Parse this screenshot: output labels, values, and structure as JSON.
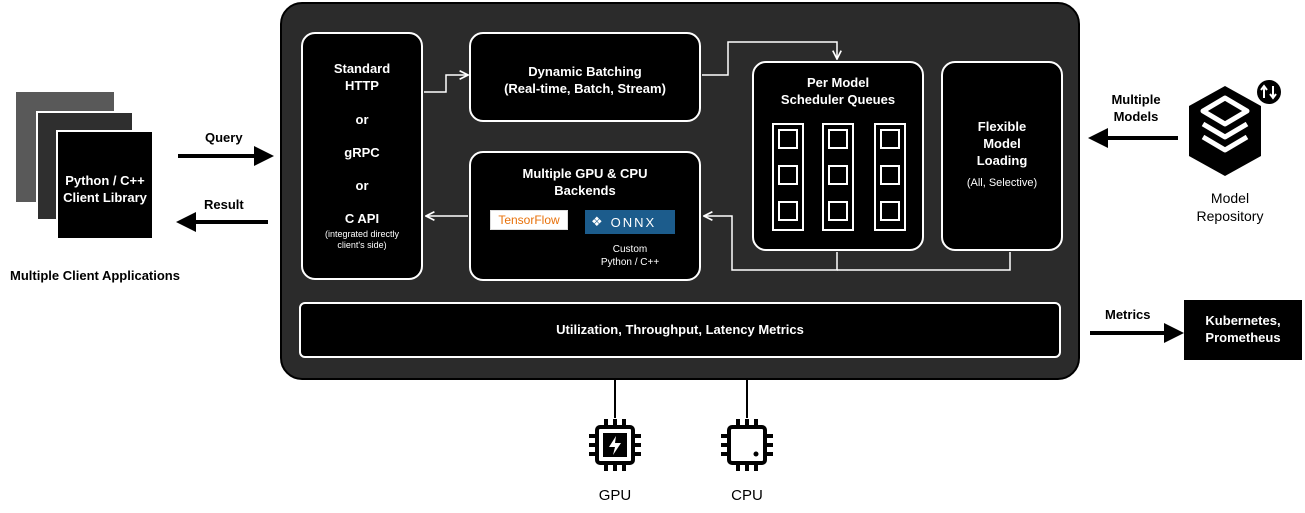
{
  "client": {
    "card_label_line1": "Python / C++",
    "card_label_line2": "Client Library",
    "caption": "Multiple Client Applications",
    "query_label": "Query",
    "result_label": "Result"
  },
  "protocols": {
    "line1": "Standard",
    "line2": "HTTP",
    "line3": "or",
    "line4": "gRPC",
    "line5": "or",
    "line6": "C API",
    "note_line1": "(integrated directly",
    "note_line2": "client's side)"
  },
  "batching": {
    "title": "Dynamic Batching",
    "subtitle": "(Real-time, Batch, Stream)"
  },
  "scheduler": {
    "line1": "Per Model",
    "line2": "Scheduler Queues"
  },
  "loading": {
    "line1": "Flexible",
    "line2": "Model",
    "line3": "Loading",
    "note": "(All, Selective)"
  },
  "backends": {
    "line1": "Multiple GPU & CPU",
    "line2": "Backends",
    "tensorflow": "TensorFlow",
    "onnx": "ONNX",
    "custom_line1": "Custom",
    "custom_line2": "Python / C++"
  },
  "metrics_bar": {
    "label": "Utilization,  Throughput,  Latency Metrics"
  },
  "repository": {
    "arrow_label_line1": "Multiple",
    "arrow_label_line2": "Models",
    "caption_line1": "Model",
    "caption_line2": "Repository"
  },
  "monitoring": {
    "arrow_label": "Metrics",
    "line1": "Kubernetes,",
    "line2": "Prometheus"
  },
  "hardware": {
    "gpu_label": "GPU",
    "cpu_label": "CPU"
  }
}
